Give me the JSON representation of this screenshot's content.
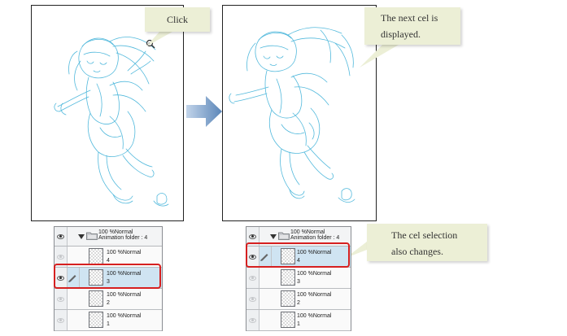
{
  "callouts": {
    "click": "Click",
    "next_cel_line1": "The next cel is",
    "next_cel_line2": "displayed.",
    "cel_selection_line1": "The cel selection",
    "cel_selection_line2": "also changes."
  },
  "panels": {
    "before": {
      "folder": {
        "mode": "100 %Normal",
        "name": "Animation folder : 4"
      },
      "layers": [
        {
          "mode": "100 %Normal",
          "name": "4",
          "selected": false
        },
        {
          "mode": "100 %Normal",
          "name": "3",
          "selected": true
        },
        {
          "mode": "100 %Normal",
          "name": "2",
          "selected": false
        },
        {
          "mode": "100 %Normal",
          "name": "1",
          "selected": false
        }
      ]
    },
    "after": {
      "folder": {
        "mode": "100 %Normal",
        "name": "Animation folder : 4"
      },
      "layers": [
        {
          "mode": "100 %Normal",
          "name": "4",
          "selected": true
        },
        {
          "mode": "100 %Normal",
          "name": "3",
          "selected": false
        },
        {
          "mode": "100 %Normal",
          "name": "2",
          "selected": false
        },
        {
          "mode": "100 %Normal",
          "name": "1",
          "selected": false
        }
      ]
    }
  },
  "icons": {
    "cursor": "magnifier-cursor-icon",
    "arrow": "right-arrow-icon",
    "eye": "eye-icon",
    "pen": "pen-icon",
    "folder": "folder-icon",
    "expand": "triangle-down-icon"
  },
  "colors": {
    "sketch": "#52b9dc",
    "highlight": "#d62020",
    "callout_bg": "#ecefd6",
    "arrow": "#5b86b8",
    "selected_row": "#cfe4f2"
  }
}
